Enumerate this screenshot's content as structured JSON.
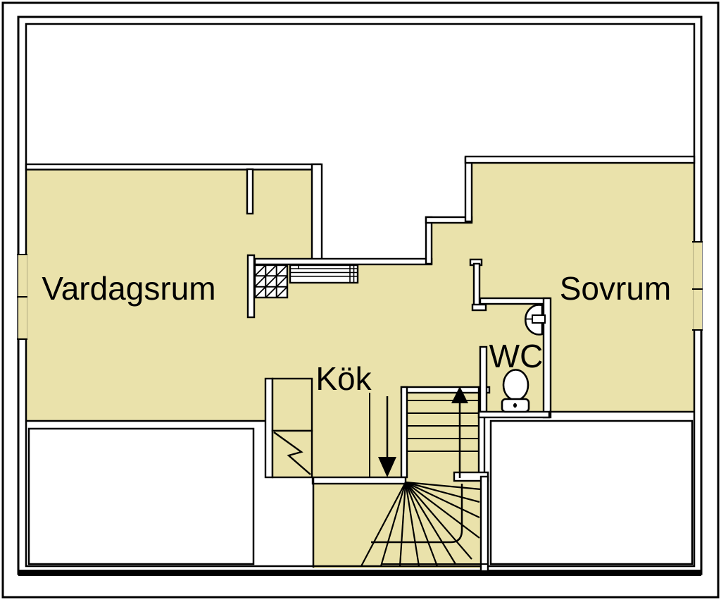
{
  "floorplan": {
    "type": "architectural-floor-plan",
    "rooms": {
      "living_room": "Vardagsrum",
      "bedroom": "Sovrum",
      "kitchen": "Kök",
      "toilet": "WC"
    },
    "colors": {
      "floor": "#eae2ab",
      "lines": "#000000",
      "background": "#ffffff"
    },
    "stairs": {
      "up_arrow": "up",
      "down_arrow": "down"
    },
    "fixtures": [
      "toilet",
      "sink",
      "fireplace",
      "staircase",
      "windows"
    ]
  }
}
